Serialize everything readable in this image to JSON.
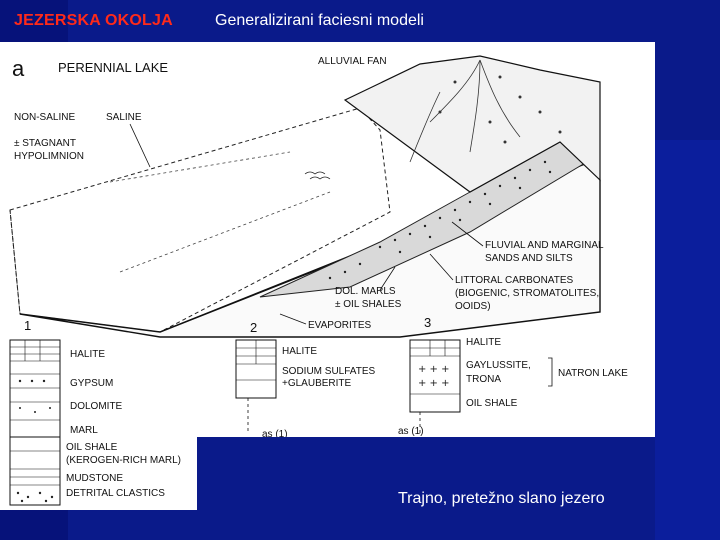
{
  "slide": {
    "title_left": "JEZERSKA OKOLJA",
    "title_right": "Generalizirani faciesni modeli",
    "caption": "Trajno, pretežno slano jezero"
  },
  "figure": {
    "panel_letter": "a",
    "panel_title": "PERENNIAL LAKE",
    "labels": {
      "alluvial_fan": "ALLUVIAL FAN",
      "non_saline": "NON-SALINE",
      "saline": "SALINE",
      "stagnant_1": "± STAGNANT",
      "stagnant_2": "HYPOLIMNION",
      "fluvial_1": "FLUVIAL AND MARGINAL",
      "fluvial_2": "SANDS AND SILTS",
      "littoral_1": "LITTORAL CARBONATES",
      "littoral_2": "(BIOGENIC, STROMATOLITES,",
      "littoral_3": "OOIDS)",
      "dol_marls_1": "DOL. MARLS",
      "dol_marls_2": "± OIL SHALES",
      "evaporites": "EVAPORITES"
    },
    "columns": {
      "col1": {
        "number": "1",
        "units": [
          "HALITE",
          "GYPSUM",
          "DOLOMITE",
          "MARL",
          "OIL SHALE",
          "(KEROGEN-RICH MARL)",
          "MUDSTONE",
          "DETRITAL CLASTICS"
        ]
      },
      "col2": {
        "number": "2",
        "units": [
          "HALITE",
          "SODIUM SULFATES",
          "+GLAUBERITE"
        ],
        "base_label": "as (1)"
      },
      "col3": {
        "number": "3",
        "units": [
          "HALITE",
          "GAYLUSSITE,",
          "TRONA",
          "OIL SHALE"
        ],
        "side_label": "NATRON LAKE",
        "base_label": "as (1)"
      }
    }
  }
}
